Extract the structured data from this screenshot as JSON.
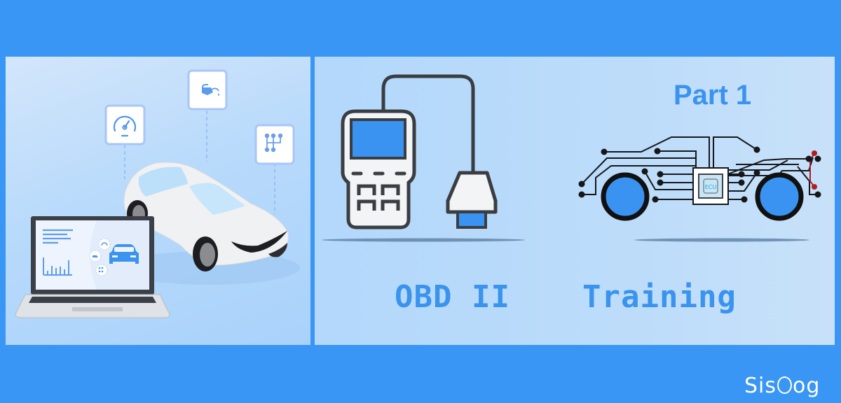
{
  "banner": {
    "background_color": "#3996f5",
    "accent_color": "#3a93ee"
  },
  "left_panel": {
    "icons": [
      {
        "name": "speedometer-icon"
      },
      {
        "name": "oil-can-icon"
      },
      {
        "name": "gear-shift-icon"
      }
    ],
    "laptop_screen": {
      "icons": [
        "speedometer-icon",
        "oil-can-icon",
        "gear-shift-icon",
        "car-front-icon"
      ]
    }
  },
  "right_panel": {
    "part_label": "Part 1",
    "ecu_label": "ECU",
    "title_left": "OBD II",
    "title_right": "Training"
  },
  "logo": {
    "prefix": "Sis",
    "suffix": "og"
  }
}
